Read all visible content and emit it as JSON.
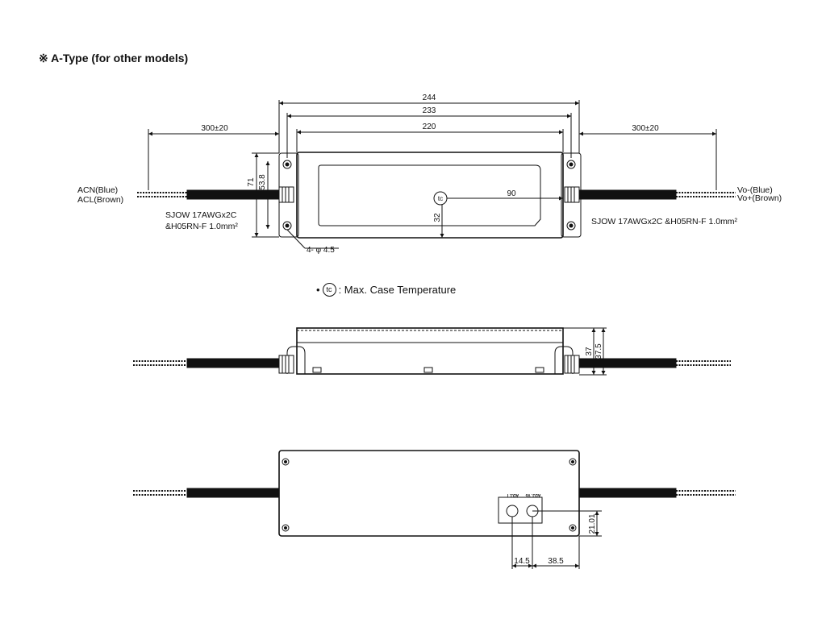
{
  "title": "※ A-Type (for other models)",
  "note": {
    "prefix": "•",
    "symbol": "tc",
    "text": ": Max. Case Temperature"
  },
  "top_view": {
    "dims": {
      "overall_length": "244",
      "hole_pitch": "233",
      "body_length": "220",
      "cable_left": "300±20",
      "cable_right": "300±20",
      "height_overall": "71",
      "height_body": "53.8",
      "tc_offset_x": "90",
      "tc_offset_y": "32",
      "mount_holes": "4- φ 4.5"
    },
    "labels": {
      "input_line1": "ACN(Blue)",
      "input_line2": "ACL(Brown)",
      "input_cable_line1": "SJOW 17AWGx2C",
      "input_cable_line2": "&H05RN-F 1.0mm²",
      "output_line1": "Vo-(Blue)",
      "output_line2": "Vo+(Brown)",
      "output_cable": "SJOW 17AWGx2C &H05RN-F 1.0mm²",
      "tc_symbol": "tc"
    }
  },
  "side_view": {
    "dims": {
      "height_a": "37",
      "height_b": "37.5"
    }
  },
  "bottom_view": {
    "dims": {
      "pot_height": "21.01",
      "pot_gap": "14.5",
      "pot_offset": "38.5"
    },
    "pot_labels": {
      "left": "ADJ. I",
      "right": "ADJ. Vo"
    }
  }
}
